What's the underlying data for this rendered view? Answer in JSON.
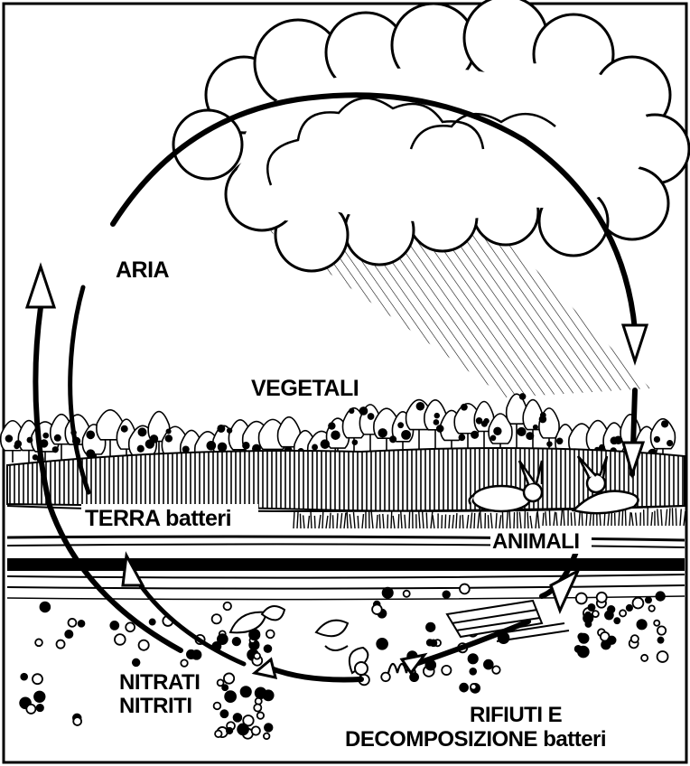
{
  "labels": {
    "aria": "ARIA",
    "vegetali": "VEGETALI",
    "terra_main": "TERRA",
    "terra_sub": "batteri",
    "animali": "ANIMALI",
    "nitrati": "NITRATI",
    "nitriti": "NITRITI",
    "rifiuti_line1": "RIFIUTI E",
    "rifiuti_line2_main": "DECOMPOSIZIONE",
    "rifiuti_line2_sub": "batteri"
  }
}
